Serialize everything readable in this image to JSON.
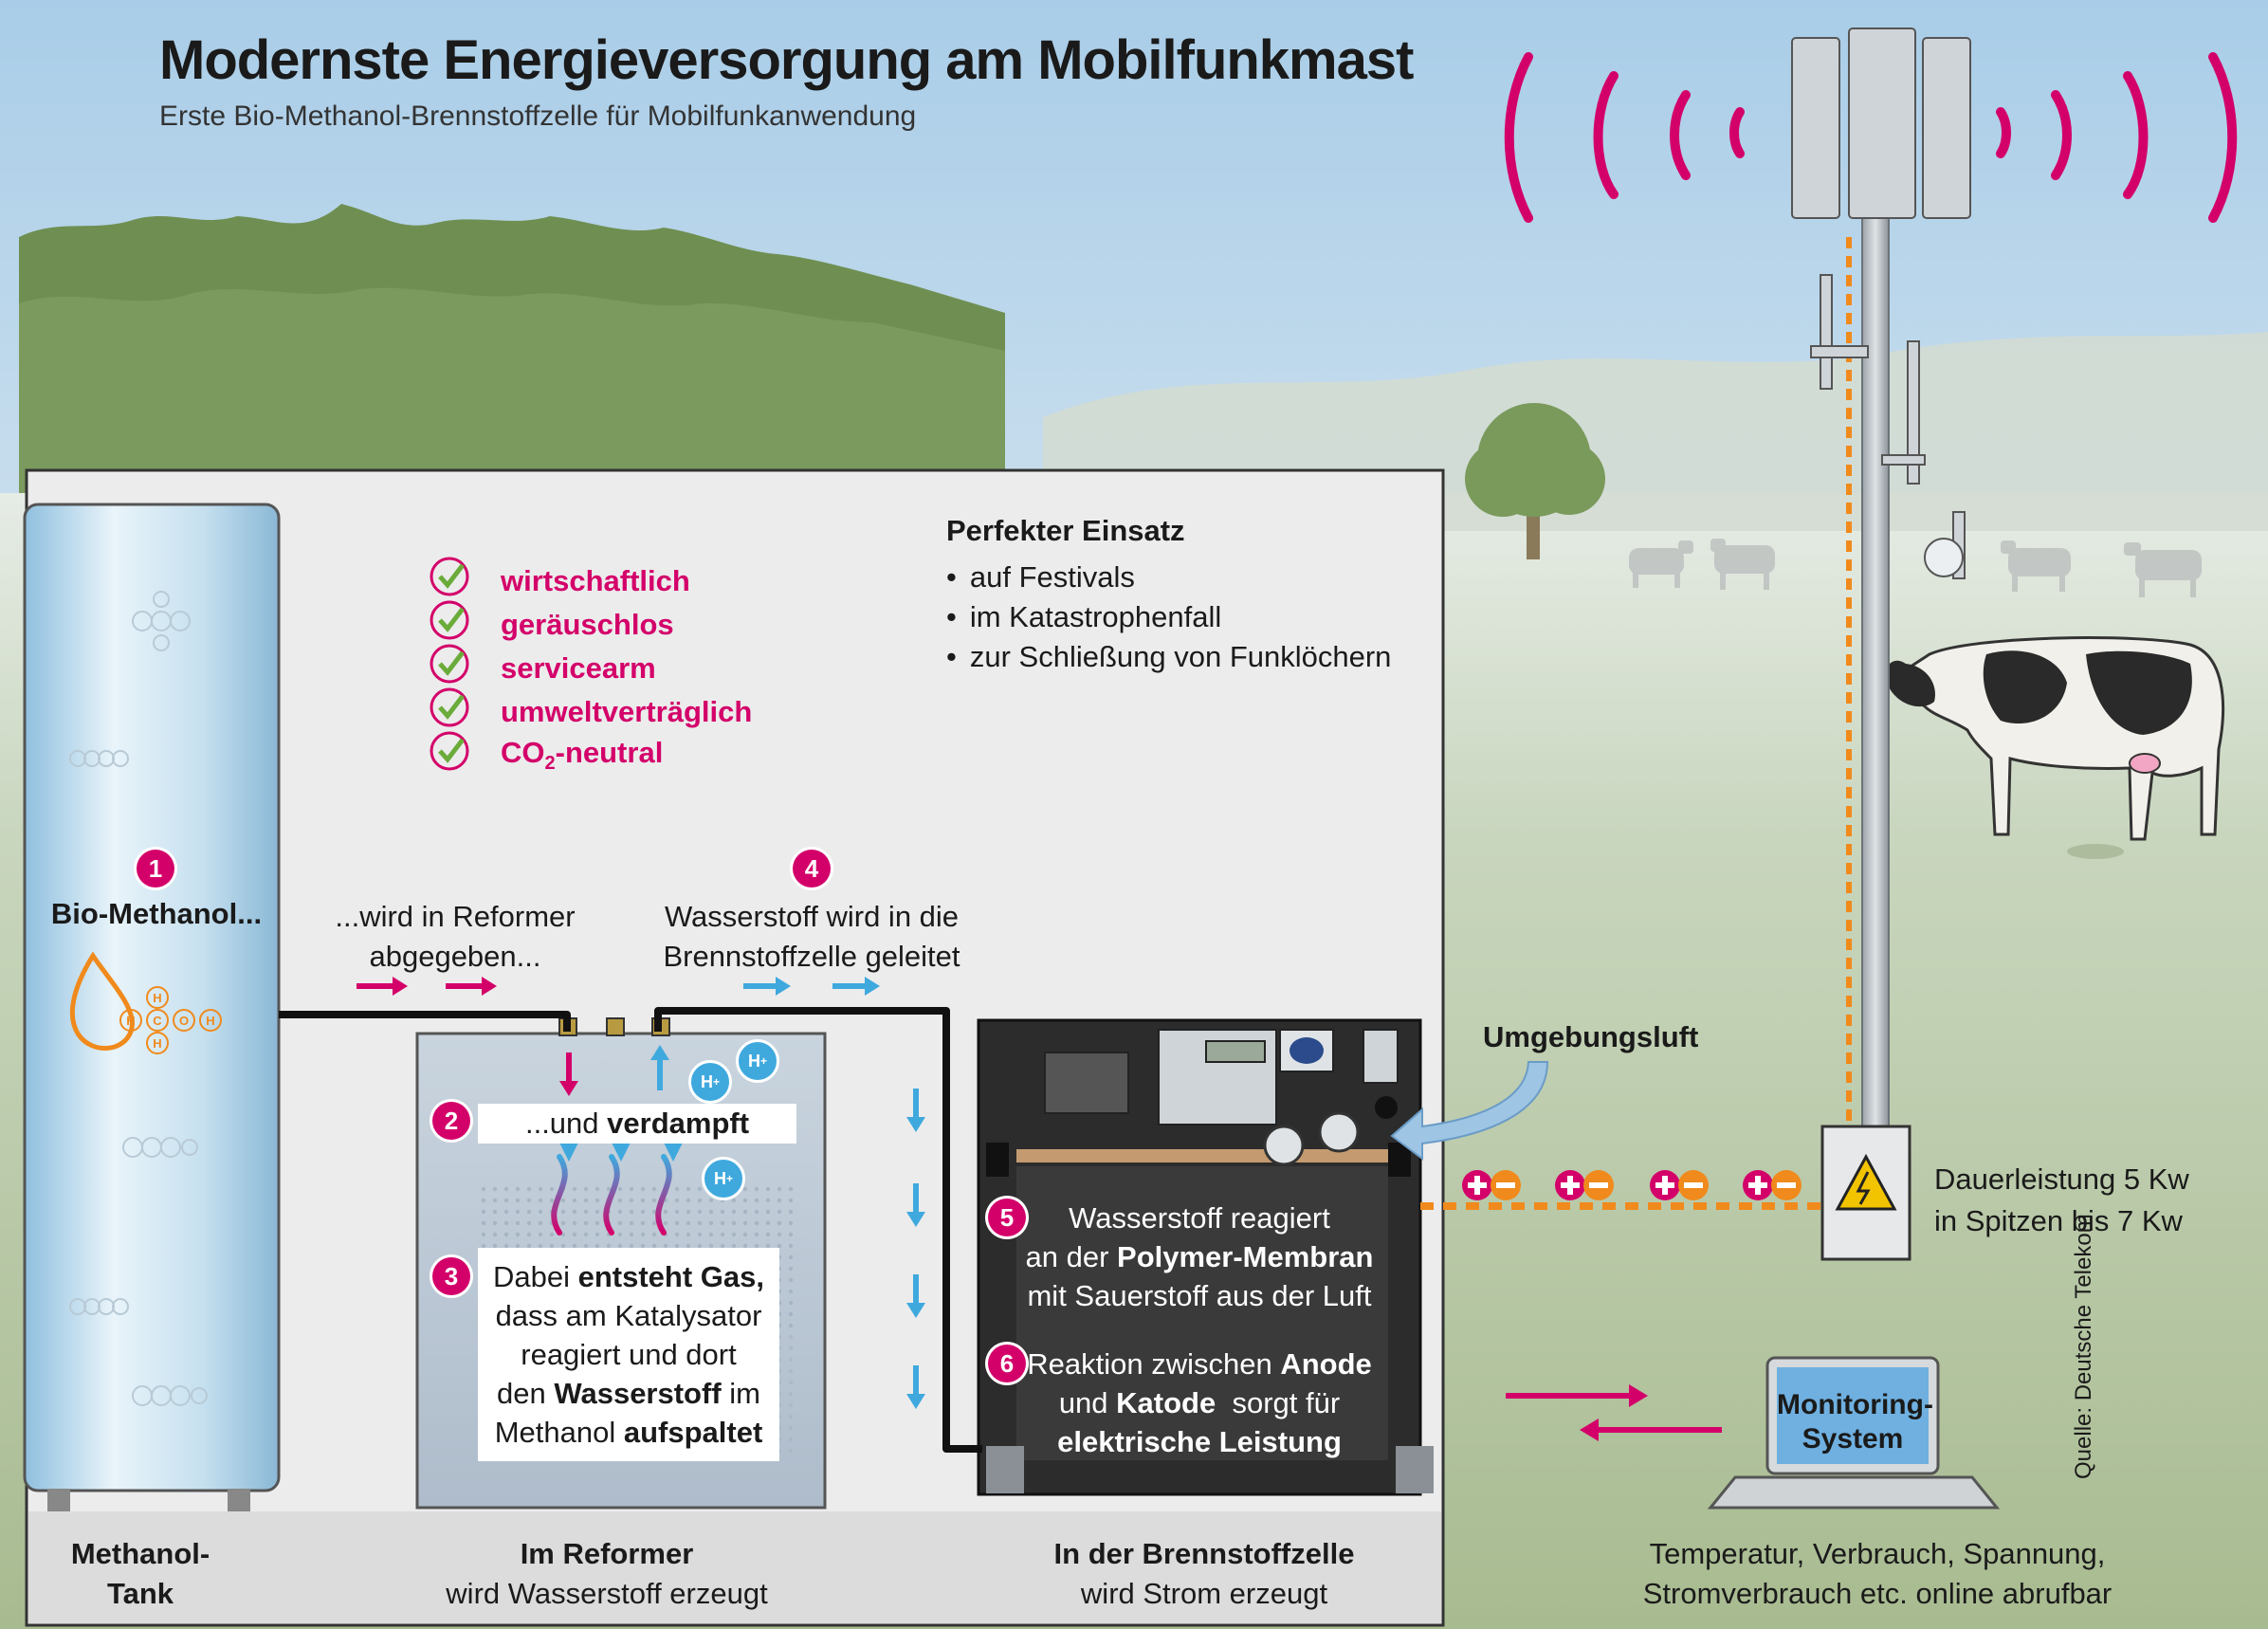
{
  "header": {
    "title": "Modernste Energieversorgung am Mobilfunkmast",
    "subtitle": "Erste Bio-Methanol-Brennstoffzelle für Mobilfunkanwendung"
  },
  "benefits": [
    "wirtschaftlich",
    "geräuschlos",
    "servicearm",
    "umweltverträglich"
  ],
  "benefit_co2": {
    "prefix": "CO",
    "sub": "2",
    "suffix": "-neutral"
  },
  "einsatz": {
    "heading": "Perfekter Einsatz",
    "items": [
      "auf Festivals",
      "im Katastrophenfall",
      "zur Schließung von Funklöchern"
    ]
  },
  "steps": {
    "s1": {
      "num": "1",
      "label": "Bio-Methanol..."
    },
    "s1b": {
      "line1": "...wird in Reformer",
      "line2": "abgegeben..."
    },
    "s2": {
      "num": "2",
      "pre": "...und ",
      "bold": "verdampft"
    },
    "s3": {
      "num": "3",
      "l1a": "Dabei ",
      "l1b": "entsteht Gas,",
      "l2": "dass am Katalysator",
      "l3": "reagiert und dort",
      "l4a": "den ",
      "l4b": "Wasserstoff",
      "l4c": " im",
      "l5a": "Methanol ",
      "l5b": "aufspaltet"
    },
    "s4": {
      "num": "4",
      "line1": "Wasserstoff wird in die",
      "line2": "Brennstoffzelle geleitet"
    },
    "s5": {
      "num": "5",
      "l1": "Wasserstoff reagiert",
      "l2a": "an der ",
      "l2b": "Polymer-Membran",
      "l3": "mit Sauerstoff aus der Luft"
    },
    "s6": {
      "num": "6",
      "l1a": "Reaktion zwischen ",
      "l1b": "Anode",
      "l2a": "und ",
      "l2b": "Katode",
      "l2c": "  sorgt für",
      "l3": "elektrische Leistung"
    }
  },
  "umgebungsluft": "Umgebungsluft",
  "power": {
    "line1": "Dauerleistung 5 Kw",
    "line2": "in Spitzen bis 7 Kw"
  },
  "monitoring": {
    "screen1": "Monitoring-",
    "screen2": "System",
    "caption1": "Temperatur, Verbrauch, Spannung,",
    "caption2": "Stromverbrauch etc. online abrufbar"
  },
  "bottom": {
    "tank1": "Methanol-",
    "tank2": "Tank",
    "reformer1": "Im Reformer",
    "reformer2": "wird Wasserstoff erzeugt",
    "cell1": "In der Brennstoffzelle",
    "cell2": "wird Strom erzeugt"
  },
  "molecule": {
    "h": "H",
    "c": "C",
    "o": "O"
  },
  "ions": {
    "h": "H",
    "plus": "+"
  },
  "source": "Quelle: Deutsche Telekom",
  "colors": {
    "magenta": "#d4006a",
    "orange": "#f08a1c",
    "blue": "#3fa9de",
    "panel": "#ececec"
  }
}
